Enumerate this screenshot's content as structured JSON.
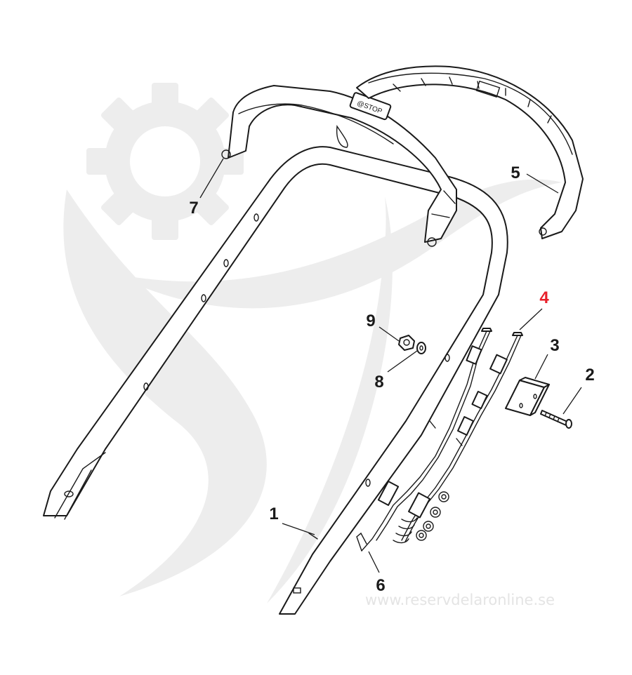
{
  "diagram": {
    "callouts": [
      {
        "id": "1",
        "label": "1",
        "color": "#1a1a1a"
      },
      {
        "id": "2",
        "label": "2",
        "color": "#1a1a1a"
      },
      {
        "id": "3",
        "label": "3",
        "color": "#1a1a1a"
      },
      {
        "id": "4",
        "label": "4",
        "color": "#e8202a"
      },
      {
        "id": "5",
        "label": "5",
        "color": "#1a1a1a"
      },
      {
        "id": "6",
        "label": "6",
        "color": "#1a1a1a"
      },
      {
        "id": "7",
        "label": "7",
        "color": "#1a1a1a"
      },
      {
        "id": "8",
        "label": "8",
        "color": "#1a1a1a"
      },
      {
        "id": "9",
        "label": "9",
        "color": "#1a1a1a"
      }
    ],
    "bar_stamp": "@STOP",
    "highlight_color": "#e8202a",
    "line_color": "#1a1a1a"
  },
  "watermark": {
    "url": "www.reservdelaronline.se",
    "logo_icon": "gear-leaf-logo-icon",
    "color": "#e9e9e9"
  }
}
